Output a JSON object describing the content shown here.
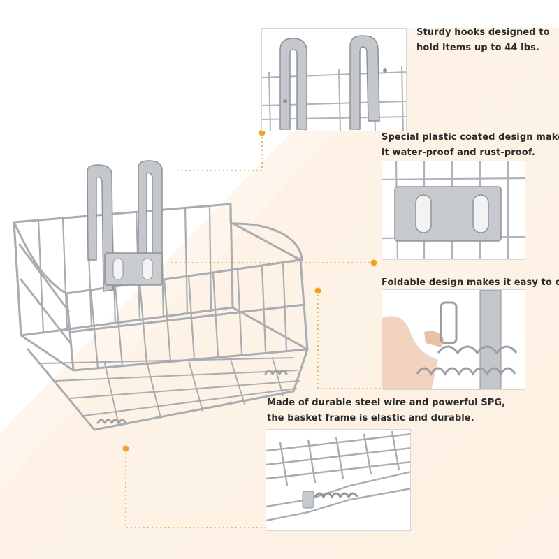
{
  "captions": {
    "hooks": [
      "Sturdy hooks designed to",
      "hold items up to 44 lbs."
    ],
    "coating": [
      "Special plastic coated design makes",
      "it water-proof and rust-proof."
    ],
    "foldable": [
      "Foldable design makes it easy to carry."
    ],
    "steel": [
      "Made of durable steel wire and powerful SPG,",
      "the basket frame is elastic and durable."
    ]
  },
  "colors": {
    "accent_dot": "#f0a227",
    "lead_line": "#d9b441",
    "background_warm": "#fbeede",
    "metal": "#b9bcc0",
    "metal_dark": "#8f9297"
  }
}
